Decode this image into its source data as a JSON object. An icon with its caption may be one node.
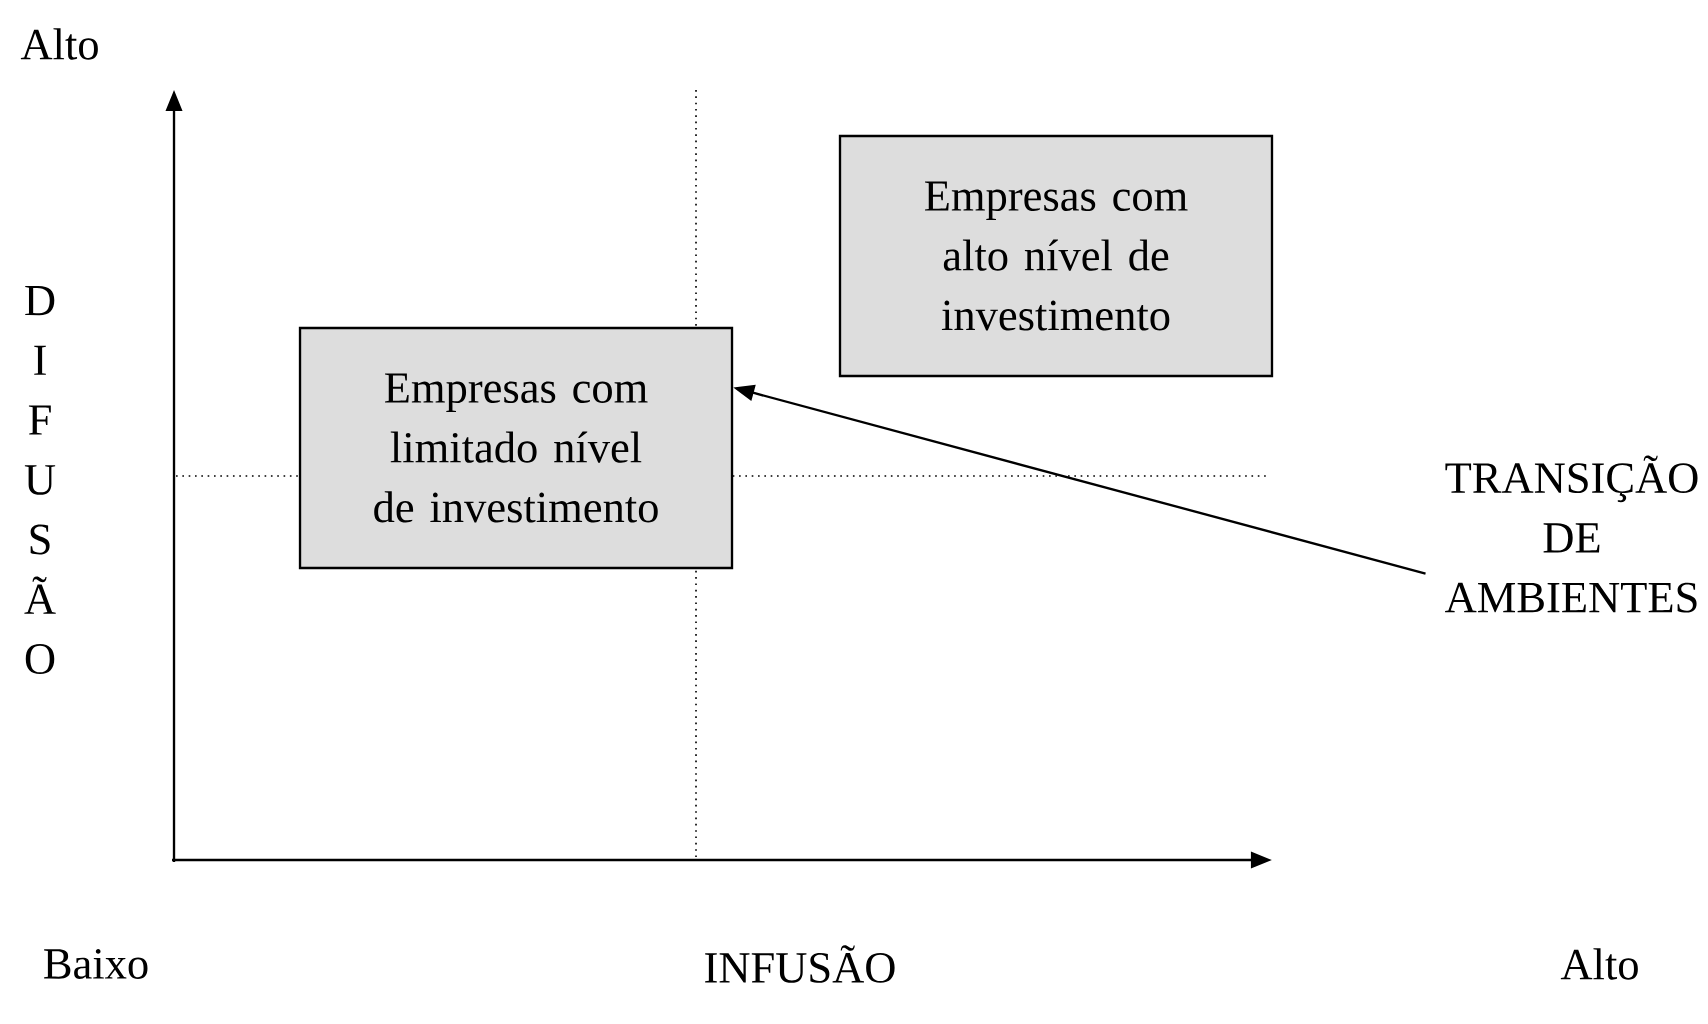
{
  "diagram": {
    "nodes": [
      {
        "text": [
          "Empresas com alto nível de investimento"
        ]
      },
      {
        "text": [
          "Empresas com limitado nível de investimento"
        ]
      },
      {
        "text": [
          "TRANSIÇÃO DE AMBIENTES"
        ]
      }
    ],
    "edges": [
      {
        "from": 2,
        "to": 1,
        "arrow": "to"
      }
    ],
    "labels": [
      "Alto",
      "DIFUSÃO",
      "Baixo",
      "INFUSÃO",
      "Alto"
    ]
  }
}
